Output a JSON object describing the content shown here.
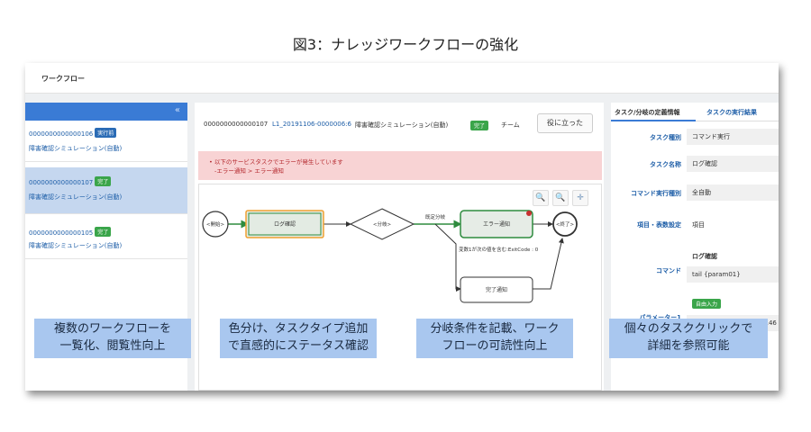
{
  "figure_title": "図3：ナレッジワークフローの強化",
  "topbar": {
    "title": "ワークフロー"
  },
  "left": {
    "collapse_glyph": "«",
    "items": [
      {
        "id": "0000000000000106",
        "badge": "実行前",
        "name": "障害確認シミュレーション(自動)",
        "selected": false
      },
      {
        "id": "0000000000000107",
        "badge": "完了",
        "name": "障害確認シミュレーション(自動)",
        "selected": true
      },
      {
        "id": "0000000000000105",
        "badge": "完了",
        "name": "障害確認シミュレーション(自動)",
        "selected": false
      }
    ]
  },
  "center": {
    "id": "0000000000000107",
    "link": "L1_20191106-0000006:6",
    "name": "障害確認シミュレーション(自動)",
    "status": "完了",
    "team": "チーム",
    "helpful_button": "役に立った",
    "alert_line1": "以下のサービスタスクでエラーが発生しています",
    "alert_line2": "-エラー通知 > エラー通知",
    "zoom_in": "🔍",
    "zoom_out": "🔍",
    "pan": "✛",
    "diagram": {
      "start": "<開始>",
      "task1": "ログ確認",
      "gateway": "<分岐>",
      "branch_label": "既定分岐",
      "task2": "エラー通知",
      "end": "<終了>",
      "condition": "変数1が次の値を含む:ExitCode : 0",
      "task3": "完了通知"
    }
  },
  "right": {
    "tab1": "タスク/分岐の定義情報",
    "tab2": "タスクの実行結果",
    "task_type_label": "タスク種別",
    "task_type_value": "コマンド実行",
    "task_name_label": "タスク名称",
    "task_name_value": "ログ確認",
    "cmd_type_label": "コマンド実行種別",
    "cmd_type_value": "全自動",
    "item_label": "項目・表数設定",
    "item_value": "項目",
    "command_label": "コマンド",
    "command_title": "ログ確認",
    "command_value": "tail {param01}",
    "free_badge": "自由入力",
    "param_label": "パラメーター1",
    "param_value": "/opt/apache-tomcat-8.5.46"
  },
  "captions": {
    "c1": [
      "複数のワークフローを",
      "一覧化、閲覧性向上"
    ],
    "c2": [
      "色分け、タスクタイプ追加",
      "で直感的にステータス確認"
    ],
    "c3": [
      "分岐条件を記載、ワーク",
      "フローの可読性向上"
    ],
    "c4": [
      "個々のタスククリックで",
      "詳細を参照可能"
    ]
  },
  "colors": {
    "accent": "#3a7bd5",
    "success": "#3aa54a",
    "alert_bg": "#f8d3d4",
    "caption_bg": "#a9c7ef"
  }
}
